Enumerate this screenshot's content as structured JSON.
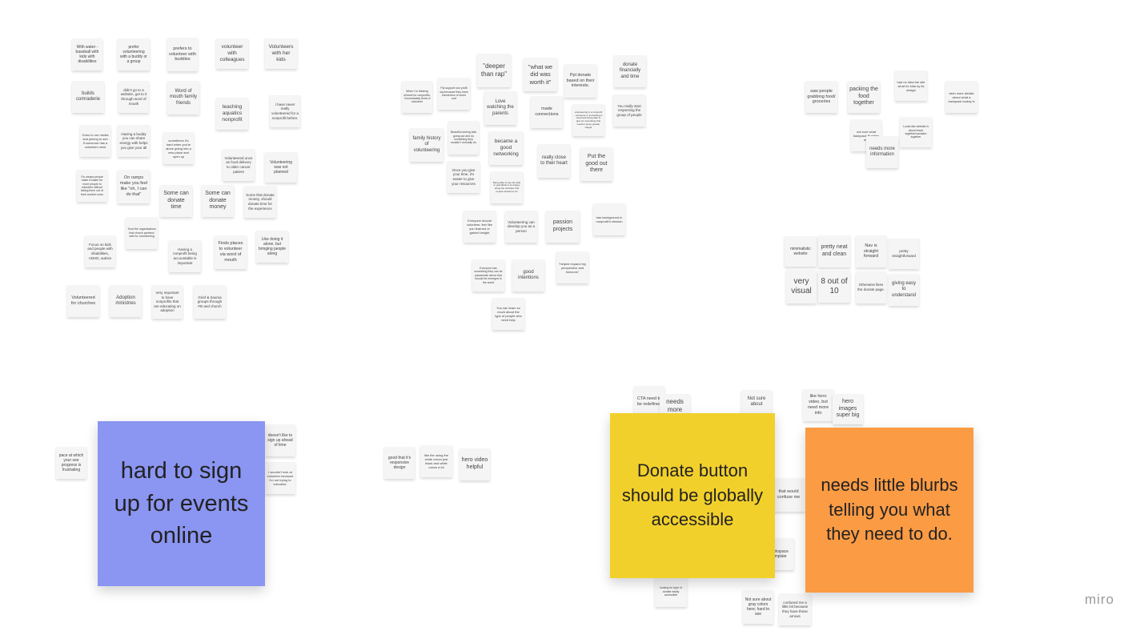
{
  "app": {
    "name": "miro"
  },
  "colors": {
    "blue": "#8b95f2",
    "yellow": "#f2d02b",
    "orange": "#fb9b44",
    "grey": "#f5f5f5"
  },
  "notes": [
    {
      "text": "With water - baseball with kids with disabilities"
    },
    {
      "text": "prefer volunteering with a buddy or a group"
    },
    {
      "text": "prefers to volunteer with buddies"
    },
    {
      "text": "volunteer with colleagues"
    },
    {
      "text": "Volunteers with her kids"
    },
    {
      "text": "builds comraderie"
    },
    {
      "text": "didn't go to a website, got to it through word of mouth"
    },
    {
      "text": "Word of mouth family friends"
    },
    {
      "text": "teaching aquatics nonprofit"
    },
    {
      "text": "I have never really volunteered for a nonprofit before."
    },
    {
      "text": "Goes to our media and joining to see if someone has a volunteer need"
    },
    {
      "text": "Having a buddy you can share energy with helps you give your all"
    },
    {
      "text": "sometimes it's hard when you're alone going into a new place and open up"
    },
    {
      "text": "Volunteered once as food delivery to older cancer patient"
    },
    {
      "text": "Volunteering was not planned"
    },
    {
      "text": "On camps people make it easier for more people to volunteer without taking them out of their comfort zone"
    },
    {
      "text": "On ramps make you feel like \"oh, I can do that\""
    },
    {
      "text": "Some can donate time"
    },
    {
      "text": "Some can donate money"
    },
    {
      "text": "Some that donate money, should donate time for the experience"
    },
    {
      "text": "Trust the organizations that church partners with for volunteering"
    },
    {
      "text": "Focus on kids and people with disabilities, ADHD, autism"
    },
    {
      "text": "Having a nonprofit being accountable is important"
    },
    {
      "text": "Finds places to volunteer via word of mouth"
    },
    {
      "text": "Like doing it alone, but bringing people along"
    },
    {
      "text": "Volunteered for churches"
    },
    {
      "text": "Adoption ministries"
    },
    {
      "text": "Very important to have nonprofits that are educating on adoption"
    },
    {
      "text": "Grief & trauma groups through FB and church"
    },
    {
      "text": "When I'm thinking of/work for nonprofits, I immediately think of volunteer"
    },
    {
      "text": "Ppl support non profit org because they have connection of some sort"
    },
    {
      "text": "\"deeper than rap\""
    },
    {
      "text": "\"what we did was worth it\""
    },
    {
      "text": "Ppl donate based on their interests."
    },
    {
      "text": "donate financially and time"
    },
    {
      "text": "Love watching the parents"
    },
    {
      "text": "Beautiful seeing kids going out and do something they wouldn't normally do"
    },
    {
      "text": "made connections"
    },
    {
      "text": "volunteering in a nonprofit - someone or something in need and being able to give for something that needs it gives greater weight"
    },
    {
      "text": "You really start respecting the group of people"
    },
    {
      "text": "family history of volunteering"
    },
    {
      "text": "became a good networking"
    },
    {
      "text": "really close to their heart"
    },
    {
      "text": "Put the good out there"
    },
    {
      "text": "Once you give your time, it's easier to give your resources"
    },
    {
      "text": "Being able to see the kids or grandkids to be happy doing the activities that people worked to do"
    },
    {
      "text": "Everyone should volunteer, feel like you learned or gained insight"
    },
    {
      "text": "Volunteering can develop you as a person"
    },
    {
      "text": "passion projects"
    },
    {
      "text": "has background in nonprofit's mission"
    },
    {
      "text": "Everyone has something they can be passionate about that should be emerged in the world"
    },
    {
      "text": "good intentions"
    },
    {
      "text": "\"helped expand my perspective and horizons\""
    },
    {
      "text": "You can learn so much about the type of people who need help"
    },
    {
      "text": "saw people grabbing food/ groceries"
    },
    {
      "text": "packing the food together"
    },
    {
      "text": "had no idea the site what for kids by its design"
    },
    {
      "text": "wish more details about what a backpack buddy is"
    },
    {
      "text": "not sure what backpack Buddies mis"
    },
    {
      "text": "Looks like website is about travel together/vacation together"
    },
    {
      "text": "needs more information"
    },
    {
      "text": "minimalistic website"
    },
    {
      "text": "pretty neat and clean"
    },
    {
      "text": "Nav is straight forward"
    },
    {
      "text": "pretty straightforward"
    },
    {
      "text": "very visual"
    },
    {
      "text": "8 out of 10"
    },
    {
      "text": "Otherwise likes the donate page."
    },
    {
      "text": "giving easy to understand"
    },
    {
      "text": "pace at which your see progress is frustrating"
    },
    {
      "text": "doesn't like to sign up ahead of time"
    },
    {
      "text": "I wouldn't look at volunteer because I'm not trying to volunteer."
    },
    {
      "text": "good that it's responsive design"
    },
    {
      "text": "like the using the white colors just black and white colors a lot"
    },
    {
      "text": "hero video helpful"
    },
    {
      "text": "CTA need to be redefined"
    },
    {
      "text": "needs more"
    },
    {
      "text": "Not sure about"
    },
    {
      "text": "like hero video, but need more info"
    },
    {
      "text": "hero images super big"
    },
    {
      "text": "that would confuse me"
    },
    {
      "text": "workspace template"
    },
    {
      "text": "looking for type of donate easily accessible"
    },
    {
      "text": "Not sure about gray colors here; hard to see"
    },
    {
      "text": "confused me a little bit because they have these arrows"
    },
    {
      "text": "hard to sign up for events online"
    },
    {
      "text": "Donate button should be globally accessible"
    },
    {
      "text": "needs little blurbs telling you what they need to do."
    }
  ]
}
